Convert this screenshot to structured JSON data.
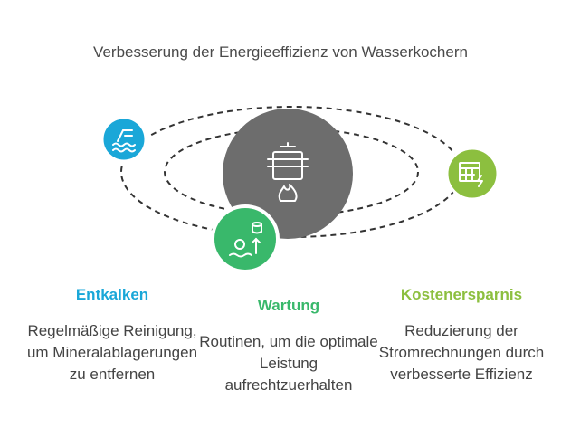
{
  "title": "Verbesserung der Energieeffizienz von Wasserkochern",
  "colors": {
    "center": "#6d6d6d",
    "entkalken": "#1aa7d8",
    "wartung": "#39b86b",
    "kosten": "#8cbf3f"
  },
  "nodes": [
    {
      "id": "entkalken",
      "heading": "Entkalken",
      "description": "Regelmäßige Reinigung, um Mineralablagerungen zu entfernen",
      "icon": "descaling-icon"
    },
    {
      "id": "wartung",
      "heading": "Wartung",
      "description": "Routinen, um die optimale Leistung aufrechtzuerhalten",
      "icon": "maintenance-icon"
    },
    {
      "id": "kosten",
      "heading": "Kostenersparnis",
      "description": "Reduzierung der Stromrechnungen durch verbesserte Effizienz",
      "icon": "energy-bill-icon"
    }
  ],
  "center_icon": "kettle-on-flame-icon"
}
